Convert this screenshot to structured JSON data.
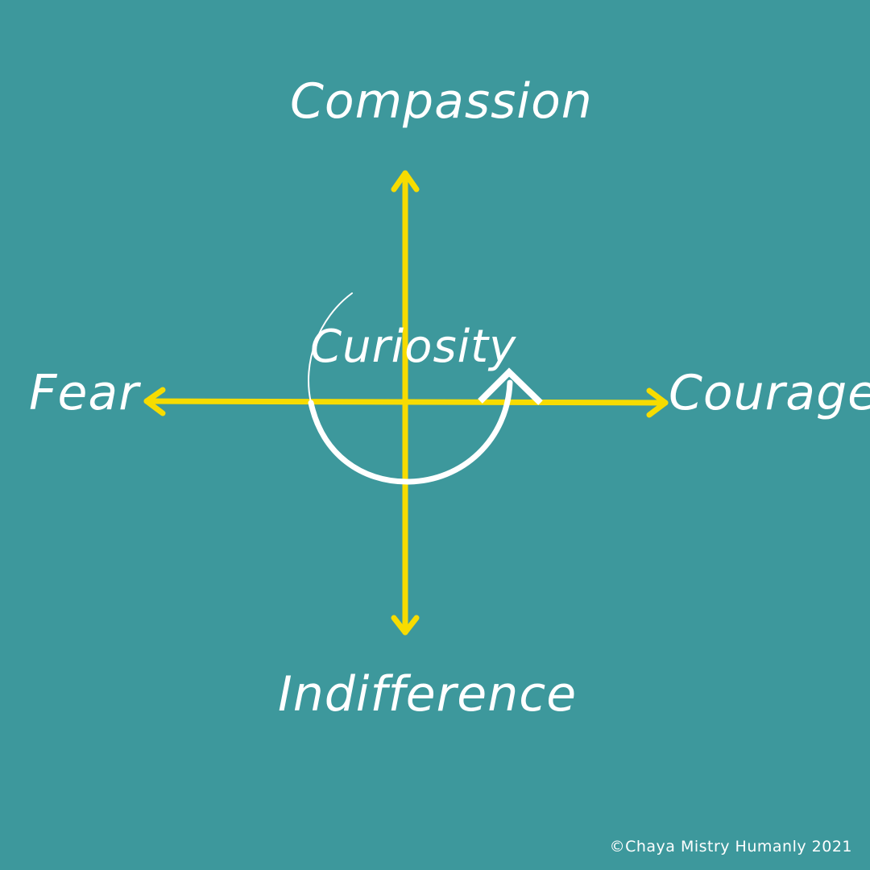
{
  "diagram": {
    "top_label": "Compassion",
    "bottom_label": "Indifference",
    "left_label": "Fear",
    "right_label": "Courage",
    "center_label": "Curiosity"
  },
  "footer": {
    "copyright": "©Chaya Mistry Humanly 2021"
  },
  "colors": {
    "background": "#3d989c",
    "axis": "#f7dc00",
    "text": "#ffffff",
    "cycle_arrow": "#ffffff"
  }
}
